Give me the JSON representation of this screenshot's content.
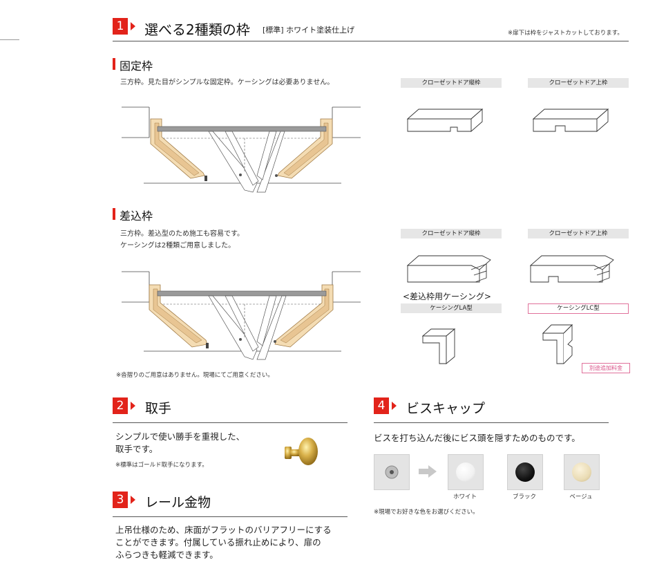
{
  "section1": {
    "number": "1",
    "title": "選べる2種類の枠",
    "subtitle": "[標準] ホワイト塗装仕上げ",
    "note_right": "※扉下は枠をジャストカットしております。",
    "fixed": {
      "heading": "固定枠",
      "description": "三方枠。見た目がシンプルな固定枠。ケーシングは必要ありません。",
      "tag_left": "クローゼットドア縦枠",
      "tag_right": "クローゼットドア上枠"
    },
    "insert": {
      "heading": "差込枠",
      "description_1": "三方枠。差込型のため施工も容易です。",
      "description_2": "ケーシングは2種類ご用意しました。",
      "tag_left": "クローゼットドア縦枠",
      "tag_right": "クローゼットドア上枠",
      "casing_heading": "<差込枠用ケーシング>",
      "casing_la": "ケーシングLA型",
      "casing_lc": "ケーシングLC型",
      "extra_charge": "別途追加料金",
      "footnote": "※沓摺りのご用意はありません。現場にてご用意ください。"
    }
  },
  "section2": {
    "number": "2",
    "title": "取手",
    "line1": "シンプルで使い勝手を重視した、",
    "line2": "取手です。",
    "note": "※標準はゴールド取手になります。"
  },
  "section3": {
    "number": "3",
    "title": "レール金物",
    "line1": "上吊仕様のため、床面がフラットのバリアフリーにする",
    "line2": "ことができます。付属している振れ止めにより、扉の",
    "line3": "ふらつきも軽減できます。"
  },
  "section4": {
    "number": "4",
    "title": "ビスキャップ",
    "description": "ビスを打ち込んだ後にビス頭を隠すためのものです。",
    "colors": [
      {
        "label": "ホワイト",
        "color": "#ffffff"
      },
      {
        "label": "ブラック",
        "color": "#111111"
      },
      {
        "label": "ベージュ",
        "color": "#eadcb5"
      }
    ],
    "note": "※現場でお好きな色をお選びください。"
  }
}
